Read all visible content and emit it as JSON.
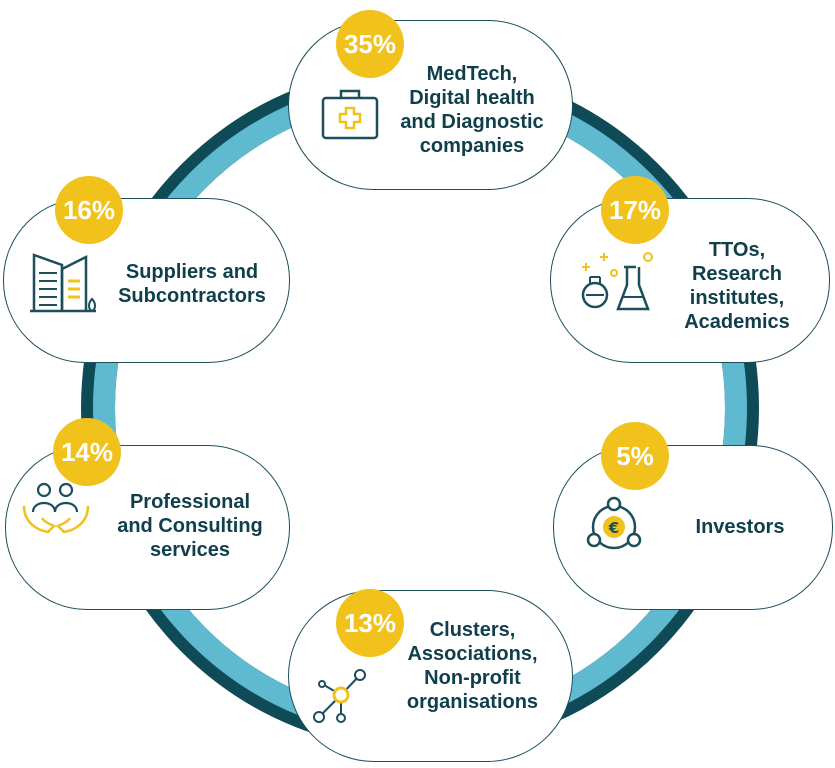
{
  "colors": {
    "ring_outer": "#0f4a57",
    "ring_inner": "#5fbad0",
    "badge": "#f1c21b",
    "text": "#0f3f4b",
    "icon_stroke": "#1c4e5b",
    "icon_accent": "#f1c21b"
  },
  "segments": [
    {
      "id": "medtech",
      "percent": "35%",
      "label_lines": [
        "MedTech,",
        "Digital health",
        "and Diagnostic",
        "companies"
      ],
      "icon": "medical-kit-icon"
    },
    {
      "id": "ttos",
      "percent": "17%",
      "label_lines": [
        "TTOs,",
        "Research",
        "institutes,",
        "Academics"
      ],
      "icon": "lab-flasks-icon"
    },
    {
      "id": "investors",
      "percent": "5%",
      "label_lines": [
        "Investors"
      ],
      "icon": "euro-network-icon"
    },
    {
      "id": "clusters",
      "percent": "13%",
      "label_lines": [
        "Clusters,",
        "Associations,",
        "Non-profit",
        "organisations"
      ],
      "icon": "network-nodes-icon"
    },
    {
      "id": "professional",
      "percent": "14%",
      "label_lines": [
        "Professional",
        "and Consulting",
        "services"
      ],
      "icon": "people-hands-icon"
    },
    {
      "id": "suppliers",
      "percent": "16%",
      "label_lines": [
        "Suppliers and",
        "Subcontractors"
      ],
      "icon": "buildings-icon"
    }
  ]
}
